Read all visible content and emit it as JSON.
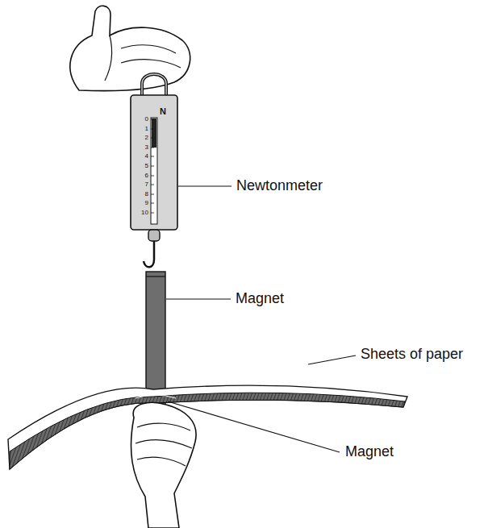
{
  "diagram": {
    "labels": [
      "N",
      "0",
      "1",
      "2",
      "3",
      "4",
      "5",
      "6",
      "7",
      "8",
      "9",
      "10",
      "Newtonmeter",
      "Magnet",
      "Sheets of paper",
      "Magnet"
    ]
  }
}
